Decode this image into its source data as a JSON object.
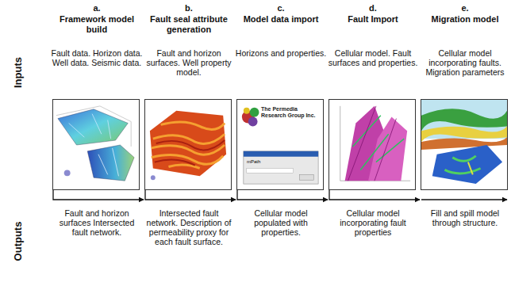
{
  "diagram": {
    "nodes": [
      {
        "text": [
          "a.",
          "Framework model build",
          "Fault data. Horizon data. Well data. Seismic data.",
          "Fault and horizon surfaces Intersected fault network."
        ]
      },
      {
        "text": [
          "b.",
          "Fault seal attribute generation",
          "Fault and horizon surfaces. Well property model.",
          "Intersected fault network. Description of permeability proxy for each fault surface."
        ]
      },
      {
        "text": [
          "c.",
          "Model data import",
          "Horizons and properties.",
          "The Permedia Research Group Inc.",
          "mPath",
          "Cellular model populated with properties."
        ]
      },
      {
        "text": [
          "d.",
          "Fault Import",
          "Cellular model. Fault surfaces and properties.",
          "Cellular model incorporating fault properties"
        ]
      },
      {
        "text": [
          "e.",
          "Migration model",
          "Cellular model incorporating faults. Migration parameters",
          "Fill and spill model through structure."
        ]
      }
    ],
    "edges": [
      {
        "from": 0,
        "to": 1,
        "arrow": "to"
      },
      {
        "from": 1,
        "to": 2,
        "arrow": "to"
      },
      {
        "from": 2,
        "to": 3,
        "arrow": "to"
      },
      {
        "from": 3,
        "to": 4,
        "arrow": "to"
      }
    ],
    "labels": [
      "Inputs",
      "Outputs"
    ]
  }
}
